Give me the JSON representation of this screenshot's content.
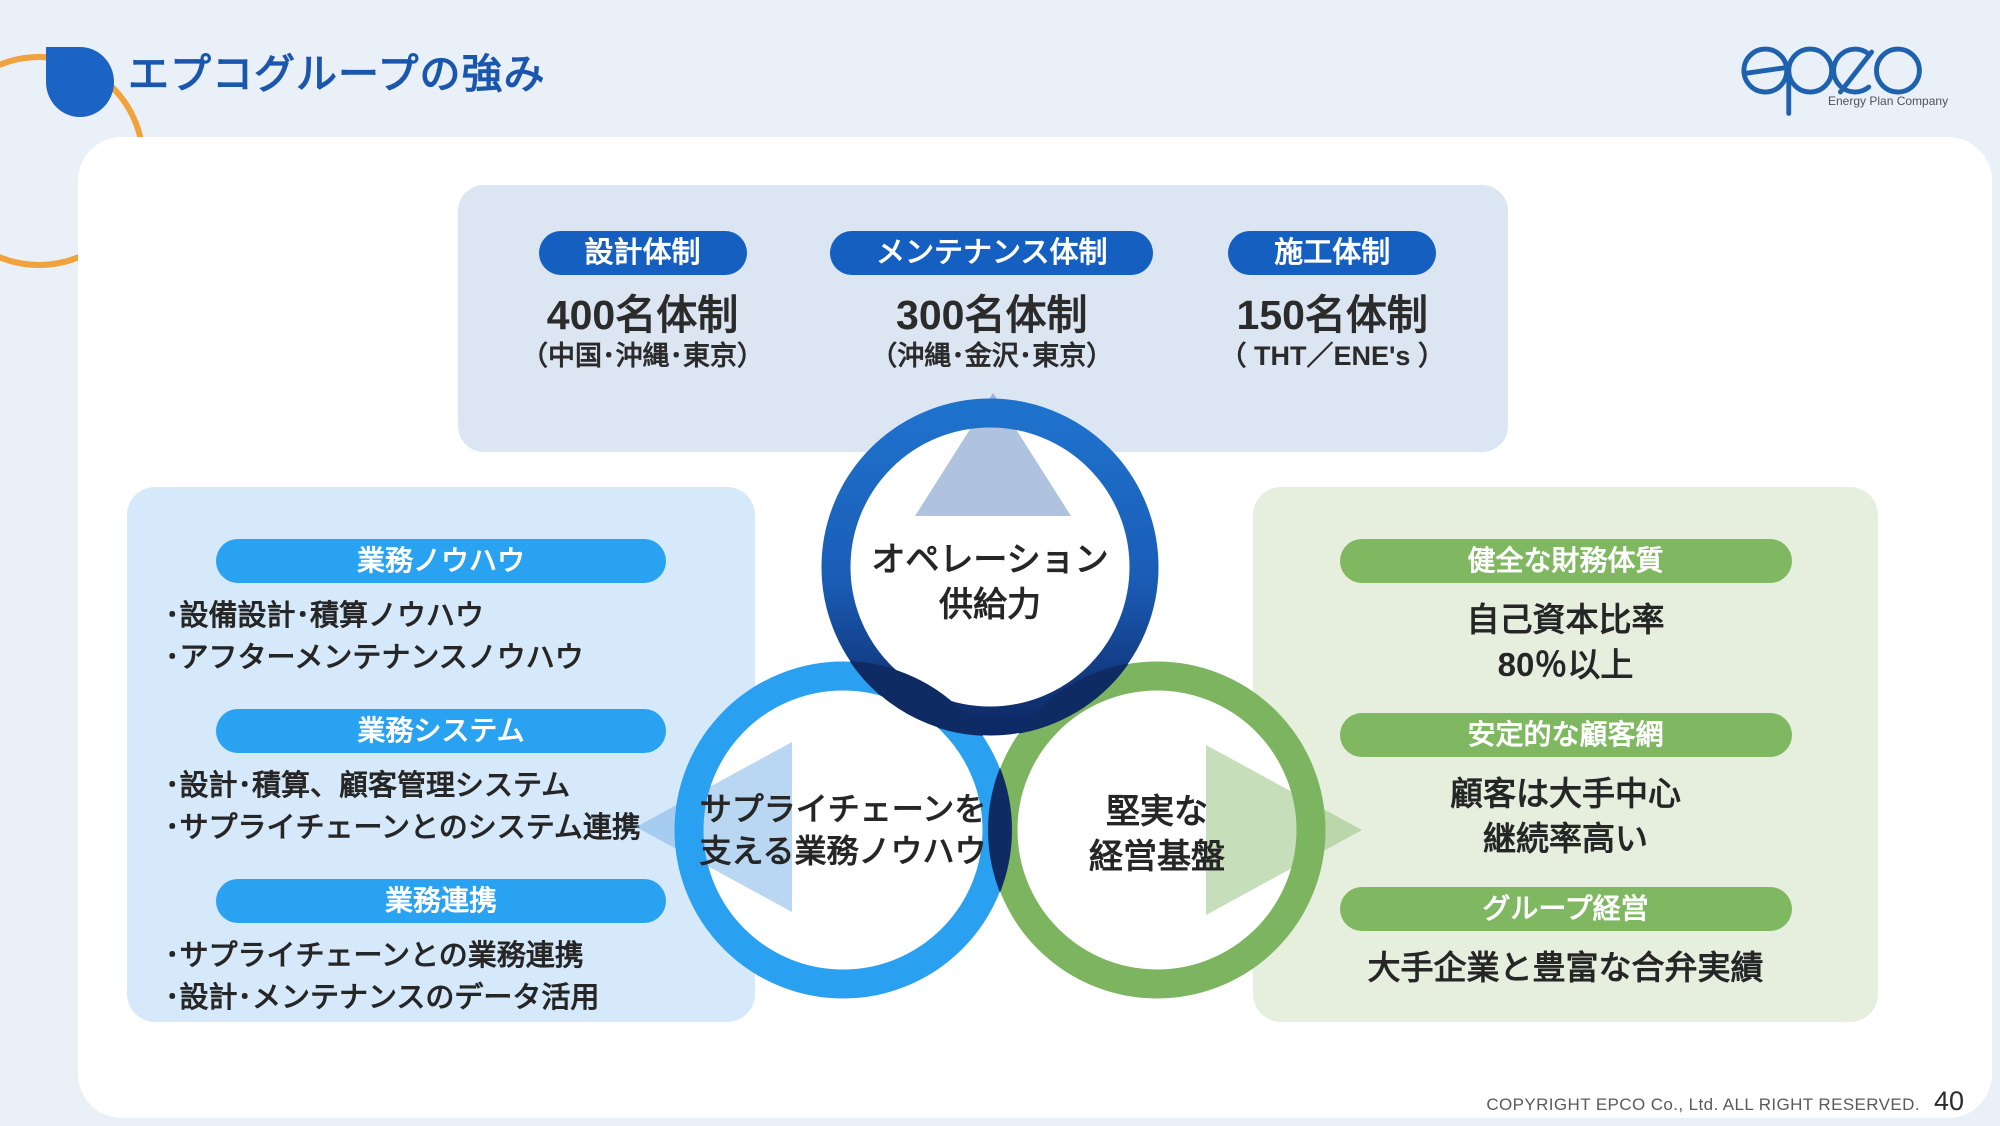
{
  "slide": {
    "title": "エプコグループの強み",
    "logo": {
      "text": "epco",
      "tagline": "Energy Plan Company"
    },
    "footer": {
      "copyright": "COPYRIGHT EPCO Co., Ltd. ALL RIGHT RESERVED.",
      "page": "40"
    }
  },
  "top_panel": {
    "columns": [
      {
        "pill": "設計体制",
        "headline": "400名体制",
        "detail": "（中国･沖縄･東京）"
      },
      {
        "pill": "メンテナンス体制",
        "headline": "300名体制",
        "detail": "（沖縄･金沢･東京）"
      },
      {
        "pill": "施工体制",
        "headline": "150名体制",
        "detail": "（ THT／ENE's ）"
      }
    ]
  },
  "left_panel": {
    "sections": [
      {
        "pill": "業務ノウハウ",
        "bullets": [
          "･設備設計･積算ノウハウ",
          "･アフターメンテナンスノウハウ"
        ]
      },
      {
        "pill": "業務システム",
        "bullets": [
          "･設計･積算、顧客管理システム",
          "･サプライチェーンとのシステム連携"
        ]
      },
      {
        "pill": "業務連携",
        "bullets": [
          "･サプライチェーンとの業務連携",
          "･設計･メンテナンスのデータ活用"
        ]
      }
    ]
  },
  "right_panel": {
    "sections": [
      {
        "pill": "健全な財務体質",
        "lines": [
          "自己資本比率",
          "80％以上"
        ]
      },
      {
        "pill": "安定的な顧客網",
        "lines": [
          "顧客は大手中心",
          "継続率高い"
        ]
      },
      {
        "pill": "グループ経営",
        "lines": [
          "大手企業と豊富な合弁実績"
        ]
      }
    ]
  },
  "venn": {
    "top": {
      "lines": [
        "オペレーション",
        "供給力"
      ]
    },
    "left": {
      "lines": [
        "サプライチェーンを",
        "支える業務ノウハウ"
      ]
    },
    "right": {
      "lines": [
        "堅実な",
        "経営基盤"
      ]
    }
  },
  "colors": {
    "title_blue": "#1a57ac",
    "dark_pill_blue": "#145fc0",
    "bright_blue": "#29a2f1",
    "green": "#7fb860",
    "navy_overlap": "#0f2b63",
    "panel_gray_blue": "#dce6f2",
    "panel_light_blue": "#d6e9fa",
    "panel_light_green": "#e6efde",
    "orange_ring": "#f0a23c",
    "page_background": "#eaf0f7"
  }
}
